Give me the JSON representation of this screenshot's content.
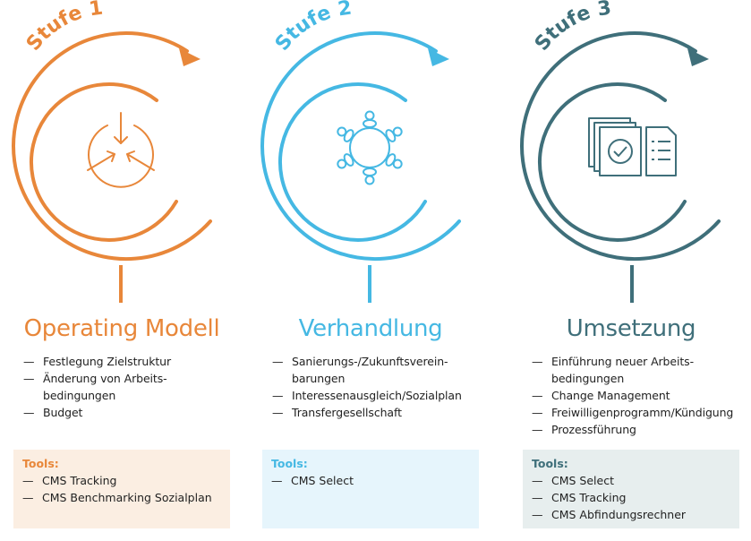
{
  "colors": {
    "stage1": "#e8873a",
    "stage2": "#45b8e3",
    "stage3": "#3f6f7a",
    "tools1_bg": "#fbeee2",
    "tools2_bg": "#e6f5fc",
    "tools3_bg": "#e7eeee"
  },
  "stages": [
    {
      "step_label": "Stufe 1",
      "title": "Operating Modell",
      "icon": "inward-arrows-icon",
      "bullets": [
        [
          "Festlegung Zielstruktur"
        ],
        [
          "Änderung von Arbeits-",
          "bedingungen"
        ],
        [
          "Budget"
        ]
      ],
      "tools_label": "Tools:",
      "tools": [
        "CMS Tracking",
        "CMS Benchmarking Sozialplan"
      ]
    },
    {
      "step_label": "Stufe 2",
      "title": "Verhandlung",
      "icon": "round-table-icon",
      "bullets": [
        [
          "Sanierungs-/Zukunftsverein-",
          "barungen"
        ],
        [
          "Interessenausgleich/Sozialplan"
        ],
        [
          "Transfergesellschaft"
        ]
      ],
      "tools_label": "Tools:",
      "tools": [
        "CMS Select"
      ]
    },
    {
      "step_label": "Stufe 3",
      "title": "Umsetzung",
      "icon": "approved-documents-icon",
      "bullets": [
        [
          "Einführung neuer Arbeits-",
          "bedingungen"
        ],
        [
          "Change Management"
        ],
        [
          "Freiwilligenprogramm/Kündigung"
        ],
        [
          "Prozessführung"
        ]
      ],
      "tools_label": "Tools:",
      "tools": [
        "CMS Select",
        "CMS Tracking",
        "CMS Abfindungsrechner"
      ]
    }
  ]
}
